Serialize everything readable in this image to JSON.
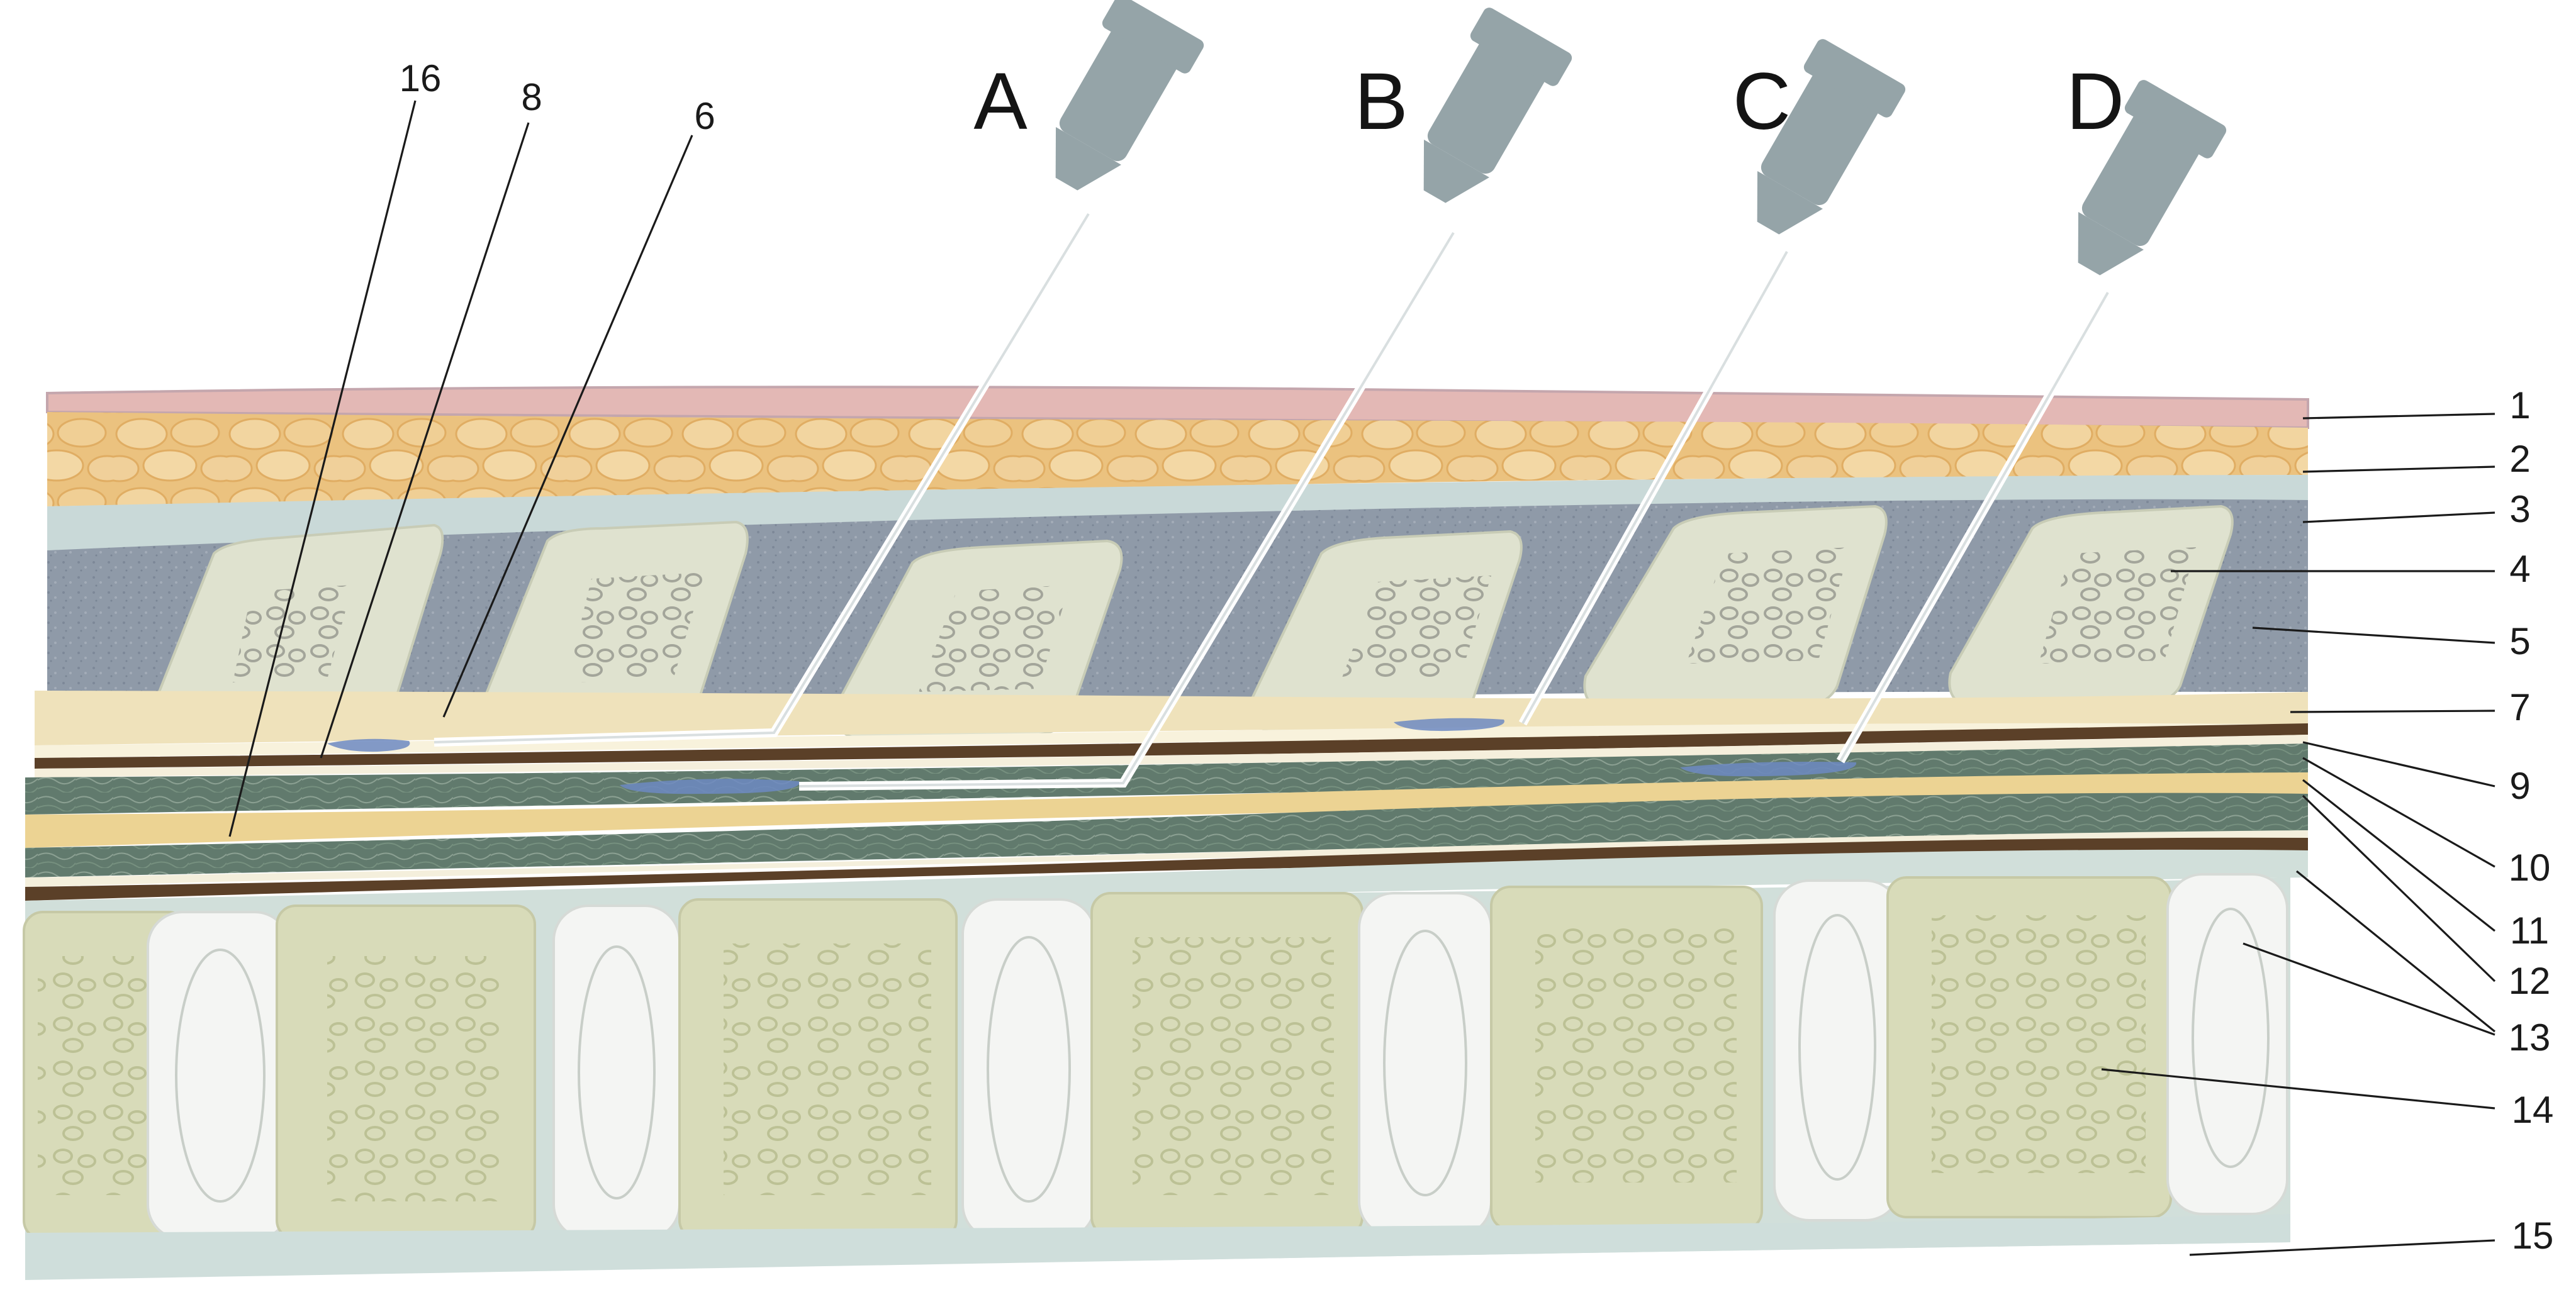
{
  "needles": [
    {
      "letter": "A"
    },
    {
      "letter": "B"
    },
    {
      "letter": "C"
    },
    {
      "letter": "D"
    }
  ],
  "labels": [
    "1",
    "2",
    "3",
    "4",
    "5",
    "6",
    "7",
    "8",
    "9",
    "10",
    "11",
    "12",
    "13",
    "14",
    "15",
    "16"
  ],
  "colors": {
    "skin": "#e3b8b5",
    "fat": "#ecc78e",
    "fat_cell": "#f2d6a3",
    "fascia": "#c9d9d8",
    "muscle": "#8f9aa8",
    "spinous_process": "#dfe2cf",
    "ligament": "#efe2bb",
    "dura_brown": "#5b4028",
    "arachnoid_green": "#617a6d",
    "csf_yellow": "#ecd393",
    "vertebral_body": "#d8dbb9",
    "disc": "#f4f5f3",
    "needle_hub": "#95a4a8",
    "injectate_blue": "#6d89c2"
  }
}
